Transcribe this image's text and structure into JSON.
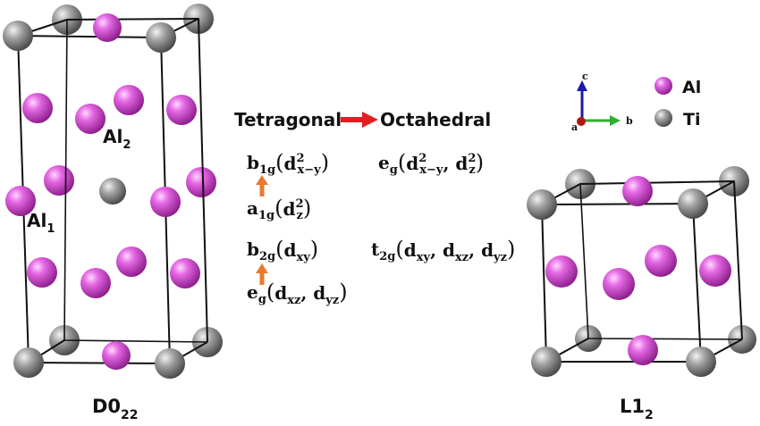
{
  "legend": {
    "al": "Al",
    "ti": "Ti"
  },
  "axes": {
    "a": "a",
    "b": "b",
    "c": "c"
  },
  "colors": {
    "al": "#d94fd8",
    "ti": "#8f8f8f",
    "arrow_red": "#e02020",
    "arrow_orange": "#e87a30",
    "axis_a": "#b01818",
    "axis_b": "#2fae2f",
    "axis_c": "#1a1aa8"
  },
  "structures": {
    "left": {
      "name": "D0",
      "sub": "22",
      "site1": "Al",
      "site1_sub": "1",
      "site2": "Al",
      "site2_sub": "2"
    },
    "right": {
      "name": "L1",
      "sub": "2"
    }
  },
  "transition": {
    "from": "Tetragonal",
    "to": "Octahedral"
  },
  "tetragonal_levels": [
    {
      "base": "b",
      "sub": "1g",
      "orbitals": [
        {
          "d": "d",
          "sup": "2",
          "sub": "x−y"
        }
      ]
    },
    {
      "base": "a",
      "sub": "1g",
      "orbitals": [
        {
          "d": "d",
          "sup": "2",
          "sub": "z"
        }
      ]
    },
    {
      "base": "b",
      "sub": "2g",
      "orbitals": [
        {
          "d": "d",
          "sup": "",
          "sub": "xy"
        }
      ]
    },
    {
      "base": "e",
      "sub": "g",
      "orbitals": [
        {
          "d": "d",
          "sup": "",
          "sub": "xz"
        },
        {
          "d": "d",
          "sup": "",
          "sub": "yz"
        }
      ]
    }
  ],
  "octahedral_levels": [
    {
      "base": "e",
      "sub": "g",
      "orbitals": [
        {
          "d": "d",
          "sup": "2",
          "sub": "x−y"
        },
        {
          "d": "d",
          "sup": "2",
          "sub": "z"
        }
      ]
    },
    {
      "base": "t",
      "sub": "2g",
      "orbitals": [
        {
          "d": "d",
          "sup": "",
          "sub": "xy"
        },
        {
          "d": "d",
          "sup": "",
          "sub": "xz"
        },
        {
          "d": "d",
          "sup": "",
          "sub": "yz"
        }
      ]
    }
  ]
}
